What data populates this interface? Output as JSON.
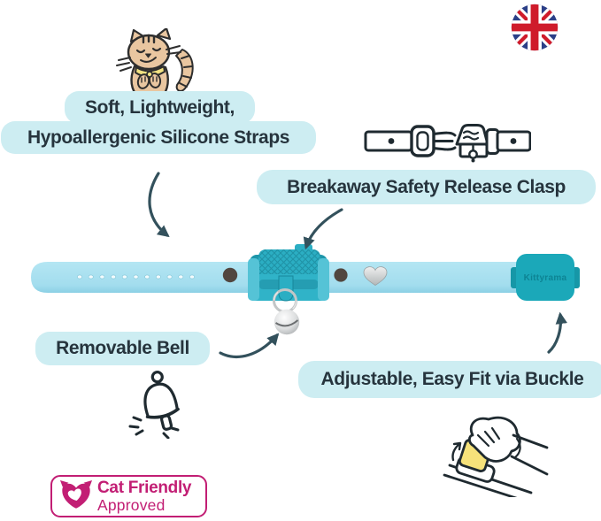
{
  "callouts": {
    "straps_line1": "Soft, Lightweight,",
    "straps_line2": "Hypoallergenic Silicone Straps",
    "clasp": "Breakaway Safety Release Clasp",
    "bell": "Removable Bell",
    "buckle": "Adjustable, Easy Fit via Buckle"
  },
  "collar": {
    "brand": "Kittyrama"
  },
  "badge": {
    "title": "Cat Friendly",
    "subtitle": "Approved"
  },
  "icons": {
    "flag": "uk-flag-icon",
    "cat": "cat-illustration",
    "clasp_sketch": "breakaway-clasp-sketch-icon",
    "bell_sketch": "bell-sketch-icon",
    "hand_sketch": "hand-adjusting-buckle-sketch-icon",
    "badge_logo": "cat-friendly-logo-icon"
  },
  "colors": {
    "bubble": "#cdedf2",
    "ink": "#26343d",
    "arrow": "#33515c",
    "sketch": "#1f2a30",
    "strap": "#a7dfef",
    "clasp_teal": "#2baec3",
    "clasp_teal_dark": "#1d96aa",
    "buckle_teal": "#1ba8b9",
    "buckle_text": "#0d8494",
    "magenta": "#c21e74",
    "bell_yellow": "#f6e27a",
    "flag_navy": "#2b3f87",
    "flag_red": "#cf1b2b"
  }
}
